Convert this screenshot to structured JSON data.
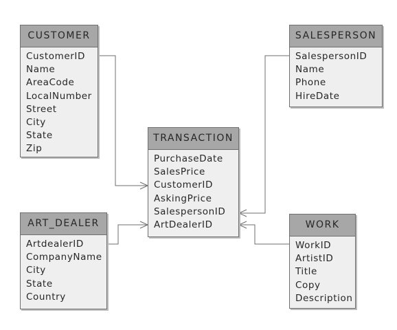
{
  "entities": {
    "customer": {
      "title": "CUSTOMER",
      "attributes": [
        "CustomerID",
        "Name",
        "AreaCode",
        "LocalNumber",
        "Street",
        "City",
        "State",
        "Zip"
      ]
    },
    "salesperson": {
      "title": "SALESPERSON",
      "attributes": [
        "SalespersonID",
        "Name",
        "Phone",
        "HireDate"
      ]
    },
    "transaction": {
      "title": "TRANSACTION",
      "attributes": [
        "PurchaseDate",
        "SalesPrice",
        "CustomerID",
        "AskingPrice",
        "SalespersonID",
        "ArtDealerID"
      ]
    },
    "art_dealer": {
      "title": "ART_DEALER",
      "attributes": [
        "ArtdealerID",
        "CompanyName",
        "City",
        "State",
        "Country"
      ]
    },
    "work": {
      "title": "WORK",
      "attributes": [
        "WorkID",
        "ArtistID",
        "Title",
        "Copy",
        "Description"
      ]
    }
  },
  "relationships": [
    {
      "from": "customer",
      "to": "transaction",
      "to_cardinality": "many"
    },
    {
      "from": "salesperson",
      "to": "transaction",
      "to_cardinality": "many"
    },
    {
      "from": "art_dealer",
      "to": "transaction",
      "to_cardinality": "many"
    },
    {
      "from": "work",
      "to": "transaction",
      "to_cardinality": "many"
    }
  ],
  "colors": {
    "header_fill": "#a7a7a7",
    "body_fill": "#efefef",
    "line": "#6e6e6e",
    "text": "#262626"
  }
}
